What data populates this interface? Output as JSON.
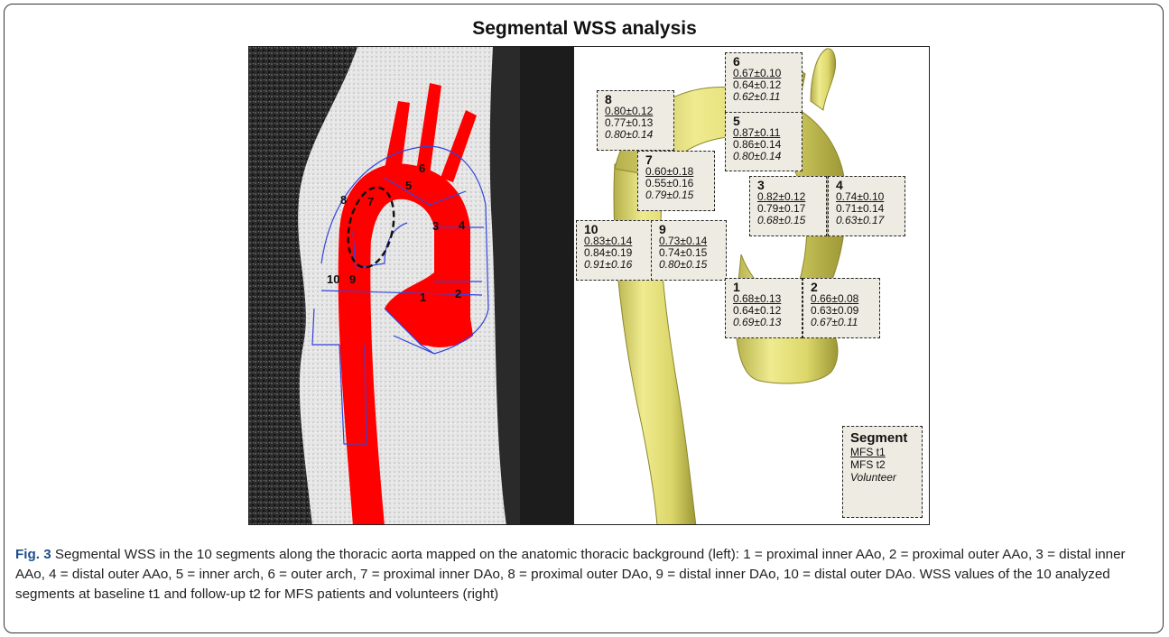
{
  "figure": {
    "title": "Segmental WSS analysis",
    "caption_label": "Fig. 3",
    "caption_text": "Segmental WSS in the 10 segments along the thoracic aorta mapped on the anatomic thoracic background (left): 1 = proximal inner AAo, 2 = proximal outer AAo, 3 = distal inner AAo, 4 = distal outer AAo, 5 = inner arch, 6 = outer arch, 7 = proximal inner DAo, 8 = proximal outer DAo, 9 = distal inner DAo, 10 = distal outer DAo. WSS values of the 10 analyzed segments at baseline t1 and follow-up t2 for MFS patients and volunteers (right)"
  },
  "left_panel": {
    "segment_labels": [
      "1",
      "2",
      "3",
      "4",
      "5",
      "6",
      "7",
      "8",
      "9",
      "10"
    ]
  },
  "segments": [
    {
      "id": "6",
      "mfs_t1": "0.67±0.10",
      "mfs_t2": "0.64±0.12",
      "volunteer": "0.62±0.11"
    },
    {
      "id": "8",
      "mfs_t1": "0.80±0.12",
      "mfs_t2": "0.77±0.13",
      "volunteer": "0.80±0.14"
    },
    {
      "id": "5",
      "mfs_t1": "0.87±0.11",
      "mfs_t2": "0.86±0.14",
      "volunteer": "0.80±0.14"
    },
    {
      "id": "7",
      "mfs_t1": "0.60±0.18",
      "mfs_t2": "0.55±0.16",
      "volunteer": "0.79±0.15"
    },
    {
      "id": "3",
      "mfs_t1": "0.82±0.12",
      "mfs_t2": "0.79±0.17",
      "volunteer": "0.68±0.15"
    },
    {
      "id": "4",
      "mfs_t1": "0.74±0.10",
      "mfs_t2": "0.71±0.14",
      "volunteer": "0.63±0.17"
    },
    {
      "id": "10",
      "mfs_t1": "0.83±0.14",
      "mfs_t2": "0.84±0.19",
      "volunteer": "0.91±0.16"
    },
    {
      "id": "9",
      "mfs_t1": "0.73±0.14",
      "mfs_t2": "0.74±0.15",
      "volunteer": "0.80±0.15"
    },
    {
      "id": "1",
      "mfs_t1": "0.68±0.13",
      "mfs_t2": "0.64±0.12",
      "volunteer": "0.69±0.13"
    },
    {
      "id": "2",
      "mfs_t1": "0.66±0.08",
      "mfs_t2": "0.63±0.09",
      "volunteer": "0.67±0.11"
    }
  ],
  "legend": {
    "title": "Segment",
    "mfs_t1": "MFS t1",
    "mfs_t2": "MFS t2",
    "volunteer": "Volunteer"
  },
  "colors": {
    "segmentation": "#ff0000",
    "segment_outline": "#3344dd",
    "aorta_model": "#e6e27a",
    "box_fill": "#eeece2",
    "caption_label": "#1d4e89"
  }
}
